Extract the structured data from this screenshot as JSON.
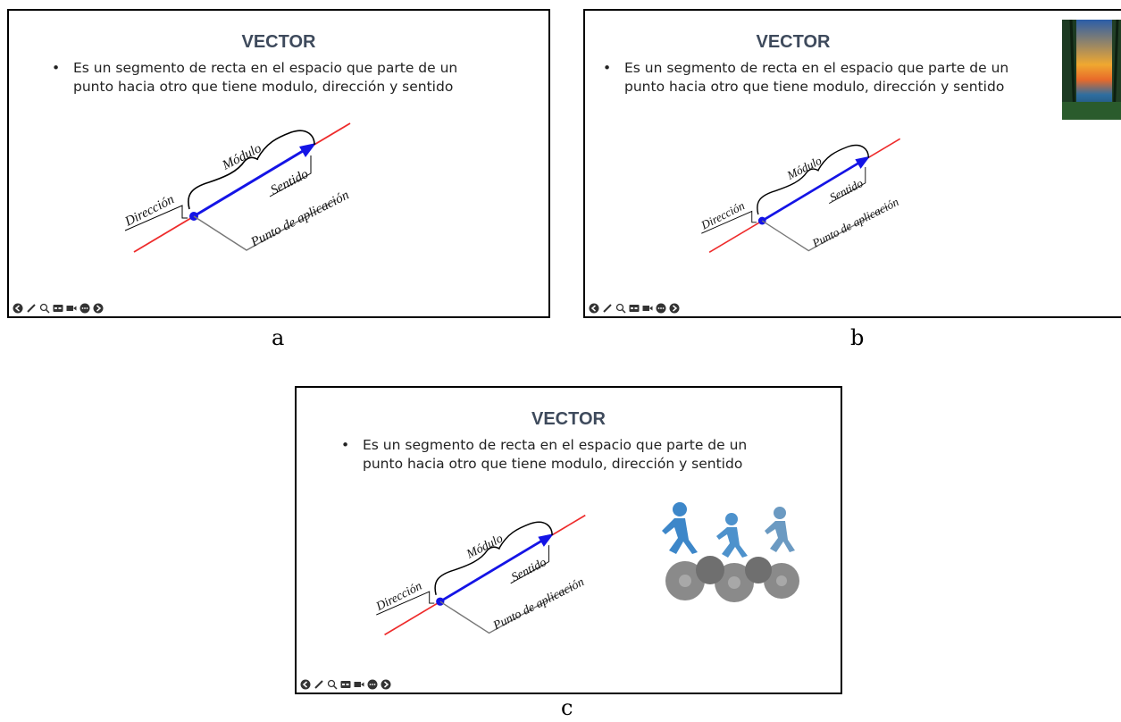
{
  "slides": [
    {
      "id": "a",
      "caption": "a",
      "title": "VECTOR",
      "bullet_marker": "•",
      "bullet": "Es un segmento de recta en el espacio que parte de un punto hacia otro que tiene modulo, dirección y sentido",
      "diagram": {
        "label_modulo": "Módulo",
        "label_sentido": "Sentido",
        "label_direccion": "Dirección",
        "label_punto": "Punto de aplicación"
      },
      "image": null
    },
    {
      "id": "b",
      "caption": "b",
      "title": "VECTOR",
      "bullet_marker": "•",
      "bullet": "Es un segmento de recta en el espacio que parte de un punto hacia otro que tiene modulo, dirección y sentido",
      "diagram": {
        "label_modulo": "Módulo",
        "label_sentido": "Sentido",
        "label_direccion": "Dirección",
        "label_punto": "Punto de aplicación"
      },
      "image": "landscape-photo"
    },
    {
      "id": "c",
      "caption": "c",
      "title": "VECTOR",
      "bullet_marker": "•",
      "bullet": "Es un segmento de recta en el espacio que parte de un punto hacia otro que tiene modulo, dirección y sentido",
      "diagram": {
        "label_modulo": "Módulo",
        "label_sentido": "Sentido",
        "label_direccion": "Dirección",
        "label_punto": "Punto de aplicación"
      },
      "image": "running-figures-on-gears"
    }
  ],
  "toolbar_icons": [
    "back-arrow-icon",
    "pen-icon",
    "zoom-icon",
    "subtitles-icon",
    "video-icon",
    "more-icon",
    "forward-arrow-icon"
  ],
  "colors": {
    "title": "#3e4a5c",
    "vector_arrow": "#1414e6",
    "direction_line": "#ee2b2b",
    "figure_blue": "#3d87c9",
    "gear_gray": "#8a8a8a"
  }
}
